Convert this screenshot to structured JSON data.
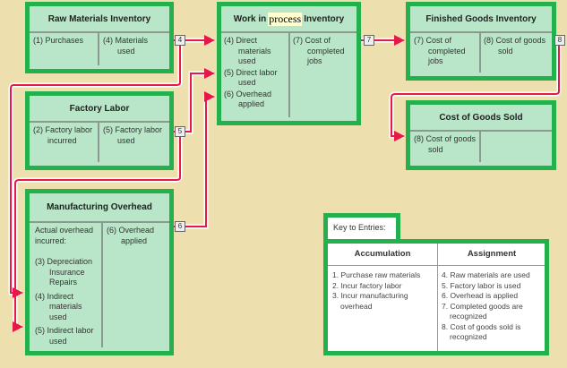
{
  "accounts": {
    "raw": {
      "title": "Raw Materials Inventory",
      "left": [
        "(1) Purchases"
      ],
      "right": [
        "(4) Materials used"
      ]
    },
    "wip": {
      "title_a": "Work in",
      "title_b": "process",
      "title_c": "Inventory",
      "left": [
        "(4) Direct materials used",
        "(5) Direct labor used",
        "(6) Overhead applied"
      ],
      "right": [
        "(7) Cost of completed jobs"
      ]
    },
    "fg": {
      "title": "Finished Goods Inventory",
      "left": [
        "(7) Cost of completed jobs"
      ],
      "right": [
        "(8) Cost of goods sold"
      ]
    },
    "cogs": {
      "title": "Cost of Goods Sold",
      "left": [
        "(8) Cost of goods sold"
      ]
    },
    "labor": {
      "title": "Factory Labor",
      "left": [
        "(2) Factory labor incurred"
      ],
      "right": [
        "(5) Factory labor used"
      ]
    },
    "moh": {
      "title": "Manufacturing Overhead",
      "left": [
        "Actual overhead incurred:",
        "(3) Depreciation Insurance Repairs",
        "(4) Indirect materials used",
        "(5) Indirect labor used"
      ],
      "right": [
        "(6) Overhead applied"
      ]
    }
  },
  "badges": [
    "4",
    "5",
    "6",
    "7",
    "8"
  ],
  "key": {
    "label": "Key to Entries:",
    "accumulation_header": "Accumulation",
    "assignment_header": "Assignment",
    "accumulation": [
      "1. Purchase raw materials",
      "2. Incur factory labor",
      "3. Incur manufacturing overhead"
    ],
    "assignment": [
      "4. Raw materials are used",
      "5. Factory labor is used",
      "6. Overhead is applied",
      "7. Completed goods are recognized",
      "8. Cost of goods sold is recognized"
    ]
  },
  "colors": {
    "background": "#ede0ae",
    "box": "#b9e6c8",
    "border": "#22b14c",
    "arrow": "#e8174a"
  }
}
